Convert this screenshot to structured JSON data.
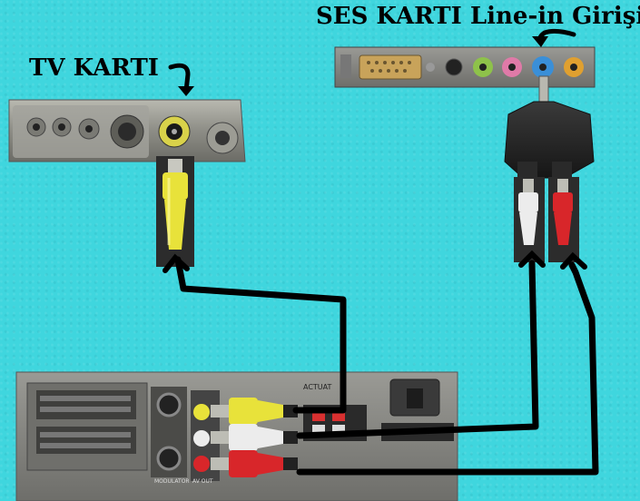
{
  "labels": {
    "tv_card": "TV KARTI",
    "sound_card": "SES KARTI Line-in Girişi"
  },
  "device_text": {
    "modulator": "MODULATOR",
    "av_out": "AV OUT",
    "actuator": "ACTUAT"
  },
  "colors": {
    "background": "#3fd6de",
    "cable": "#000000",
    "yellow_plug": "#e8e23a",
    "white_plug": "#e8e8e8",
    "red_plug": "#d8262a",
    "blue_jack": "#3a8fd8",
    "pink_jack": "#e07aa8",
    "green_jack": "#8ec24a"
  }
}
